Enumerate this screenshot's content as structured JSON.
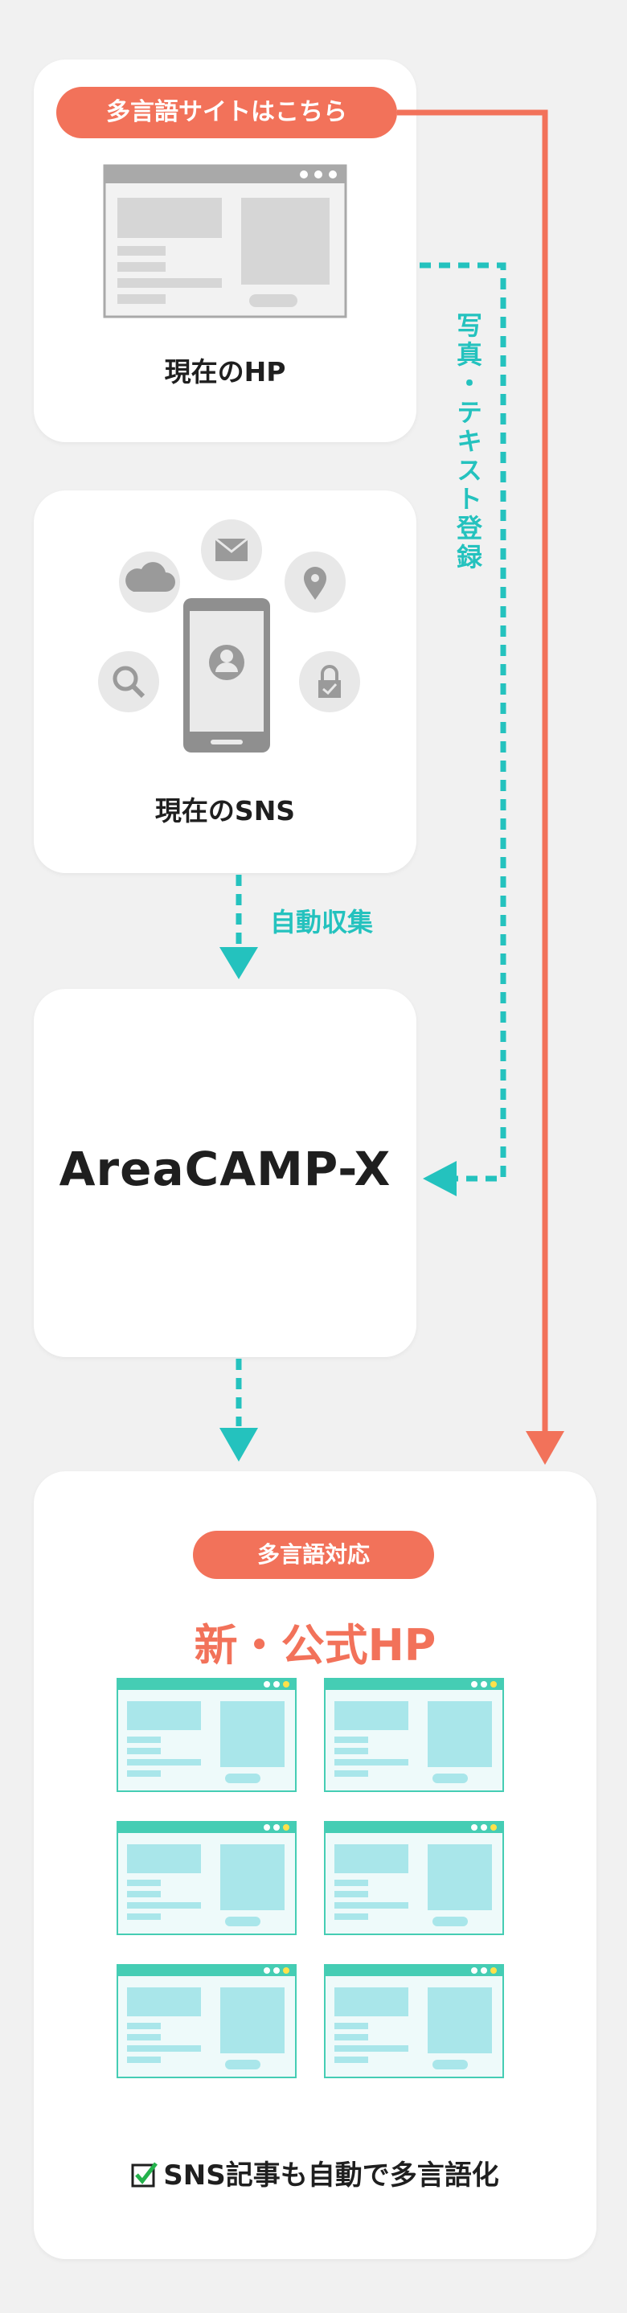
{
  "current_hp": {
    "pill": "多言語サイトはこちら",
    "label": "現在のHP"
  },
  "current_sns": {
    "label": "現在のSNS"
  },
  "flows": {
    "auto_collect": "自動収集",
    "photo_text_register": "写真・テキスト登録"
  },
  "areacamp": {
    "label": "AreaCAMP-X"
  },
  "new_hp": {
    "pill": "多言語対応",
    "title": "新・公式HP",
    "footer": "SNS記事も自動で多言語化"
  },
  "colors": {
    "accent_orange": "#f2725a",
    "accent_teal": "#24c2be",
    "browser_bar_teal": "#45cdb4",
    "browser_content_teal": "#a9e6ea",
    "gray_icon": "#9a9a9a"
  }
}
